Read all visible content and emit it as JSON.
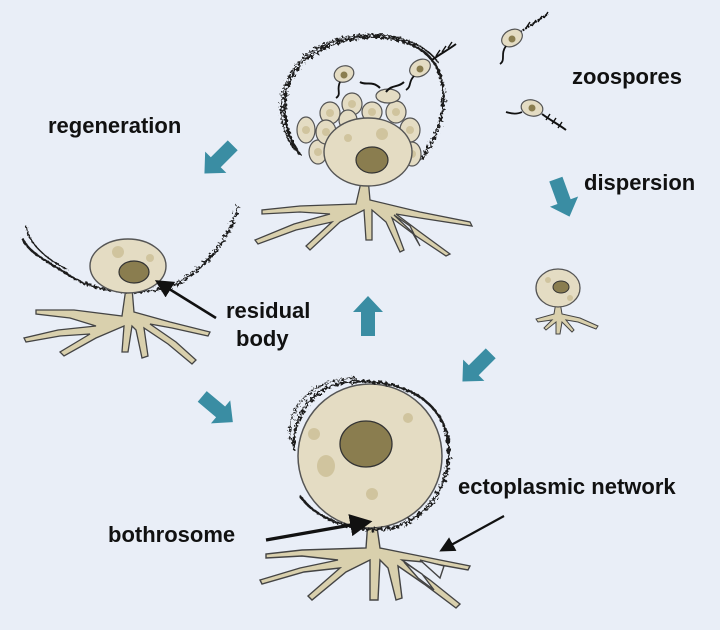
{
  "labels": {
    "zoospores": "zoospores",
    "regeneration": "regeneration",
    "dispersion": "dispersion",
    "residual_line1": "residual",
    "residual_line2": "body",
    "ectoplasmic": "ectoplasmic network",
    "bothrosome": "bothrosome"
  },
  "colors": {
    "background": "#e9eef7",
    "cell_fill": "#e4dcc3",
    "cell_stroke": "#555555",
    "nucleus": "#8a7d4f",
    "inclusion": "#d0c49e",
    "network": "#d9d0ad",
    "arrow": "#3a8da3",
    "wall": "#1a1a1a",
    "label": "#111111"
  }
}
